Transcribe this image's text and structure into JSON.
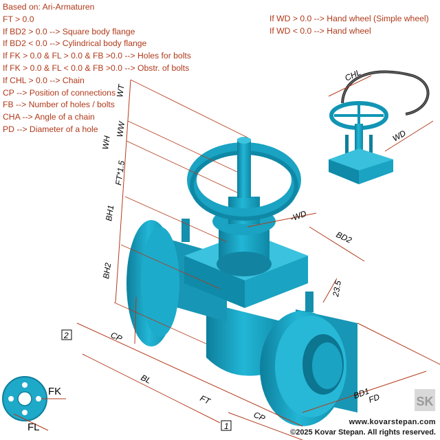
{
  "notes_left": [
    "Based on: Ari-Armaturen",
    "FT > 0.0",
    "If BD2 > 0.0 --> Square body flange",
    "If BD2 < 0.0 --> Cylindrical body flange",
    "If FK > 0.0 & FL > 0.0 & FB >0.0 --> Holes for bolts",
    "If FK > 0.0 & FL < 0.0 & FB >0.0 --> Obstr. of bolts",
    "If CHL > 0.0 --> Chain",
    "CP --> Position of connections",
    "FB --> Number of holes / bolts",
    "CHA --> Angle of a chain",
    "PD --> Diameter of a hole"
  ],
  "notes_right": [
    "If WD > 0.0 --> Hand wheel (Simple wheel)",
    "If WD < 0.0 --> Hand wheel"
  ],
  "dimensions": {
    "wt": "WT",
    "wh": "WH",
    "ww": "WW",
    "ft15": "FT*1.5",
    "bh1": "BH1",
    "bh2": "BH2",
    "neg_wd": "-WD",
    "bd2": "BD2",
    "d235": "23.5",
    "cp_left": "CP",
    "bl": "BL",
    "ft": "FT",
    "cp_bottom": "CP",
    "bd1": "BD1",
    "fd": "FD",
    "chl": "CHL",
    "wd": "WD",
    "fk": "FK",
    "fl": "FL",
    "conn1": "1",
    "conn2": "2"
  },
  "footer": {
    "site": "www.kovarstepan.com",
    "copyright": "©2025 Kovar Stepan. All rights reserved."
  },
  "logo_text": "SK",
  "colors": {
    "body": "#1fa9c9",
    "body_dark": "#0f7f9c",
    "dimension": "#b23a1a",
    "note_text": "#b0391a"
  }
}
